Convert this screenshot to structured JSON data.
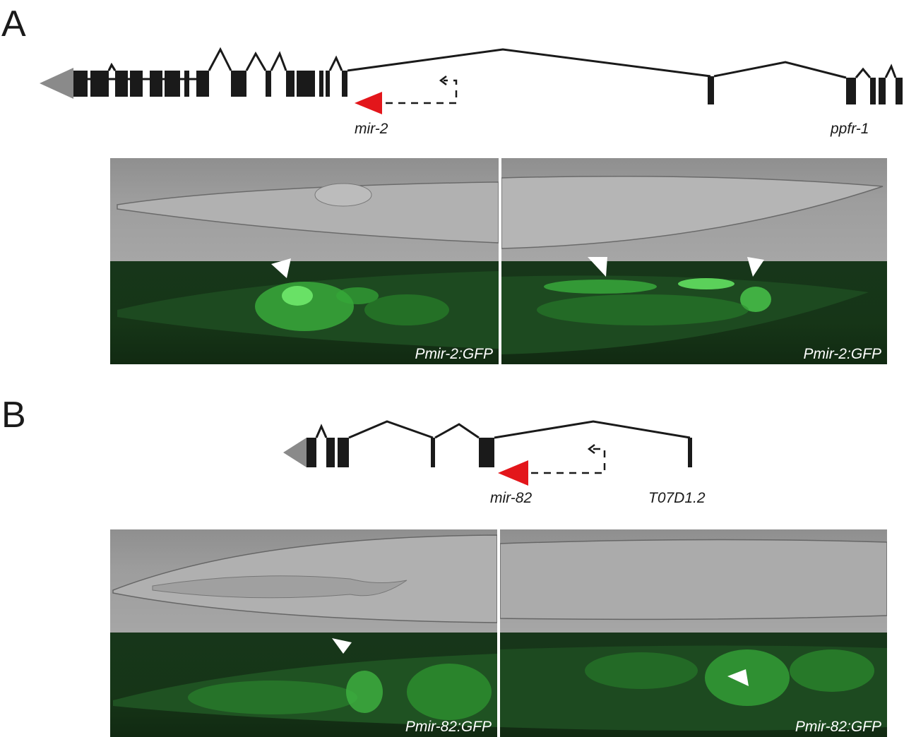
{
  "panels": [
    {
      "letter": "A",
      "mirna_label": "mir-2",
      "host_gene_label": "ppfr-1",
      "gfp_labels": [
        "Pmir-2:GFP",
        "Pmir-2:GFP"
      ]
    },
    {
      "letter": "B",
      "mirna_label": "mir-82",
      "host_gene_label": "T07D1.2",
      "gfp_labels": [
        "Pmir-82:GFP",
        "Pmir-82:GFP"
      ]
    }
  ],
  "colors": {
    "exon": "#1a1a1a",
    "utr_arrow": "#8a8a8a",
    "mirna_arrow": "#e3161b",
    "gfp_background": "#163517",
    "gfp_signal": "#4fd24f",
    "marker_arrowhead": "#ffffff"
  },
  "icons": {
    "utr": "gray-triangle-arrow-icon",
    "mirna": "red-triangle-arrow-icon",
    "promoter": "promoter-bent-arrow-icon",
    "marker": "white-arrowhead-icon"
  }
}
